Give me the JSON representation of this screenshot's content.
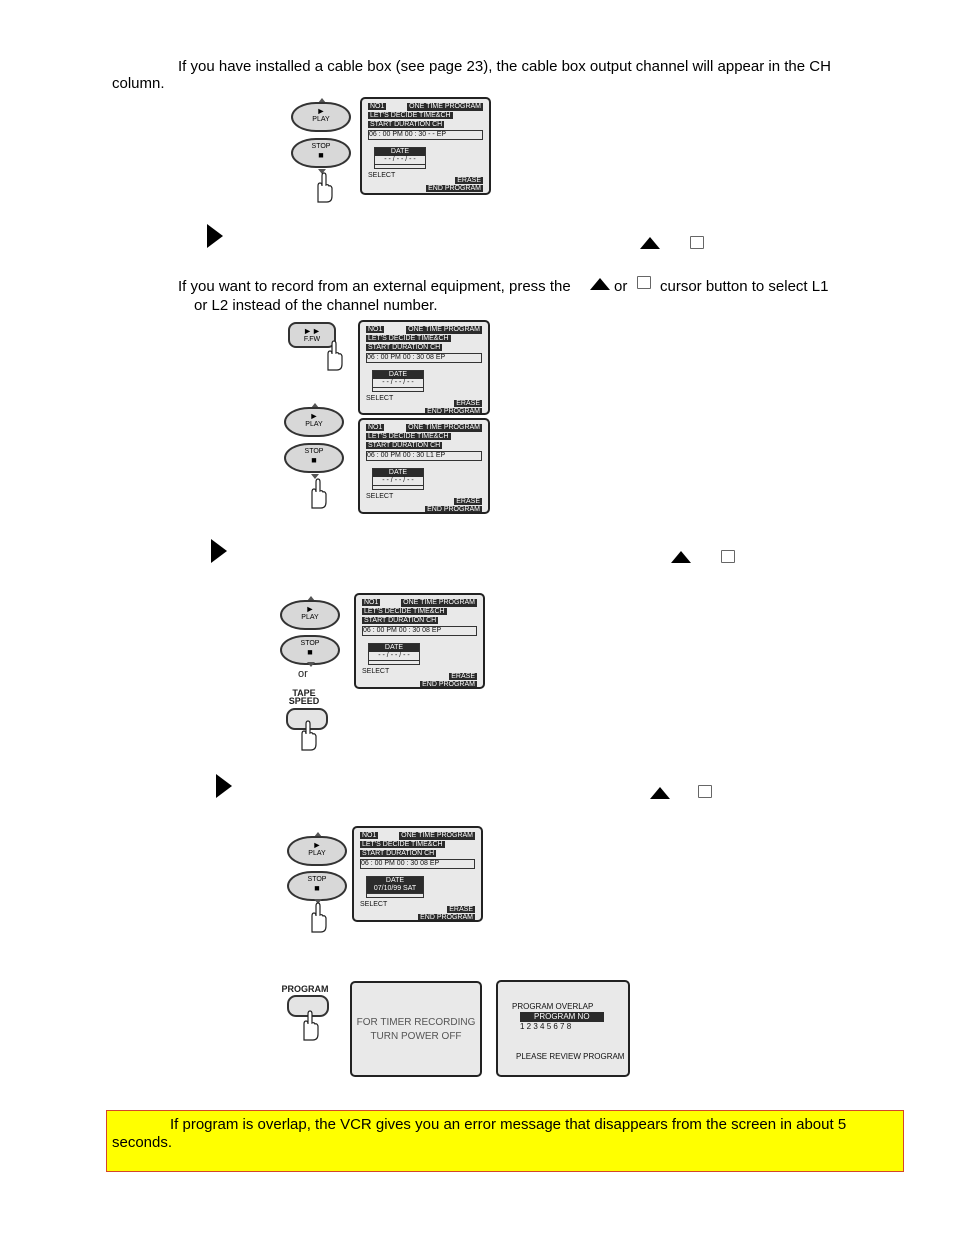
{
  "para_cable_box": "If you have installed a cable box (see page 23), the cable box output channel will appear in the CH",
  "para_cable_box_cont": "column.",
  "para_external_1": "If you want to record from an external equipment, press the",
  "para_external_or": "or",
  "para_external_2": "cursor button to select L1",
  "para_external_3": "or L2 instead of the channel number.",
  "note_overlap_1": "If program is overlap, the VCR gives you an error message that disappears from the screen in about 5",
  "note_overlap_2": "seconds.",
  "remote": {
    "play": "PLAY",
    "stop": "STOP",
    "ffw": "F.FW",
    "or": "or",
    "tape_speed_1": "TAPE",
    "tape_speed_2": "SPEED",
    "program": "PROGRAM"
  },
  "osd": {
    "no": "NO1",
    "title": "ONE TIME PROGRAM",
    "decide": "LET'S DECIDE TIME&CH",
    "header": "START   DURATION  CH",
    "row_blank": "06 : 00  PM  00 : 30      - -   EP",
    "row_08": "06 : 00  PM  00 : 30      08   EP",
    "row_l1": "06 : 00  PM  00 : 30      L1   EP",
    "date_label": "DATE",
    "date_blank": "- - / - - / - -",
    "date_set": "07/10/99  SAT",
    "select": "SELECT",
    "erase": "ERASE",
    "end_program": "END  PROGRAM",
    "timer_1": "FOR TIMER RECORDING",
    "timer_2": "TURN POWER OFF",
    "overlap_title": "PROGRAM OVERLAP",
    "overlap_no": "PROGRAM NO",
    "overlap_nums": "1 2  3  4  5  6  7  8",
    "overlap_review": "PLEASE REVIEW PROGRAM"
  }
}
